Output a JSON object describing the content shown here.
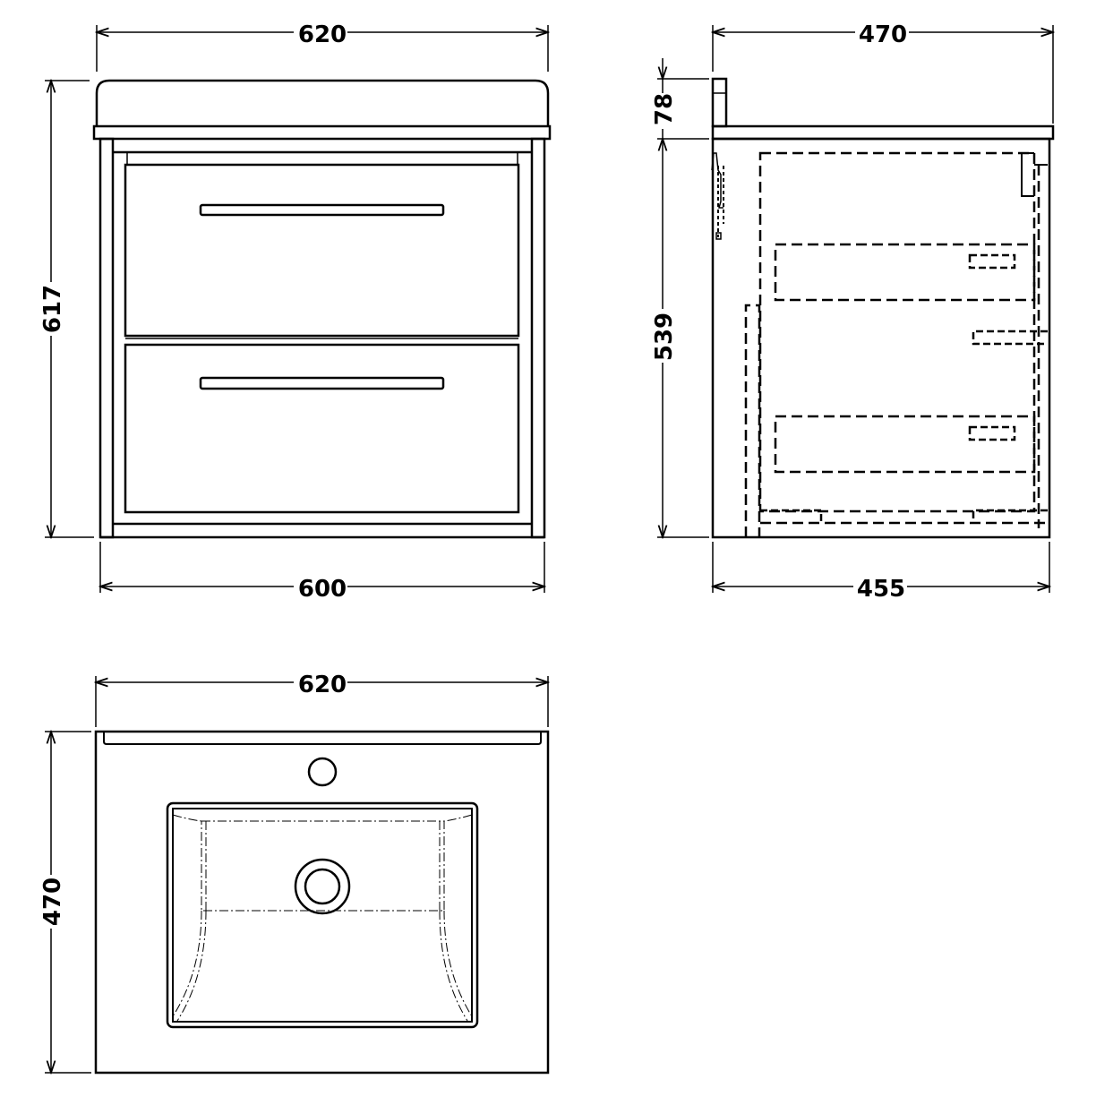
{
  "drawing": {
    "front_view": {
      "overall_width": "620",
      "cabinet_width": "600",
      "overall_height": "617"
    },
    "side_view": {
      "overall_depth": "470",
      "cabinet_depth": "455",
      "upstand_height": "78",
      "cabinet_height": "539"
    },
    "plan_view": {
      "basin_width": "620",
      "basin_depth": "470"
    },
    "line_color": "#000000",
    "background_color": "#ffffff"
  }
}
